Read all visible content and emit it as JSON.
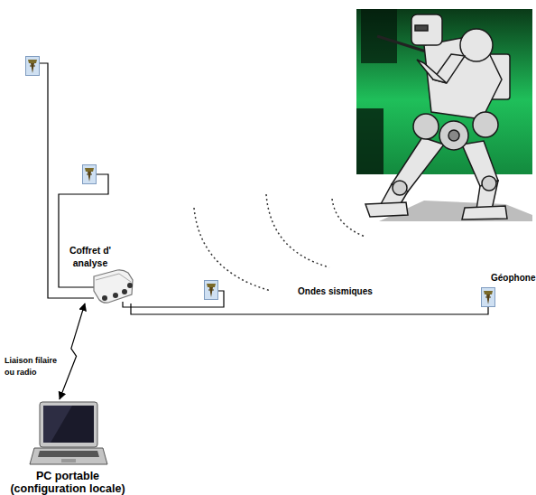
{
  "diagram": {
    "nodes": [
      {
        "text": [
          "Coffret d' analyse"
        ]
      },
      {
        "text": [
          "Géophone"
        ]
      },
      {
        "text": [
          "PC portable (configuration locale)"
        ]
      }
    ],
    "edges": [
      {
        "from": 0,
        "to": 1,
        "arrow": "none"
      },
      {
        "from": 0,
        "to": 2,
        "arrow": "both",
        "label": "Liaison filaire ou radio"
      }
    ],
    "labels": [
      "Ondes sismiques"
    ]
  }
}
